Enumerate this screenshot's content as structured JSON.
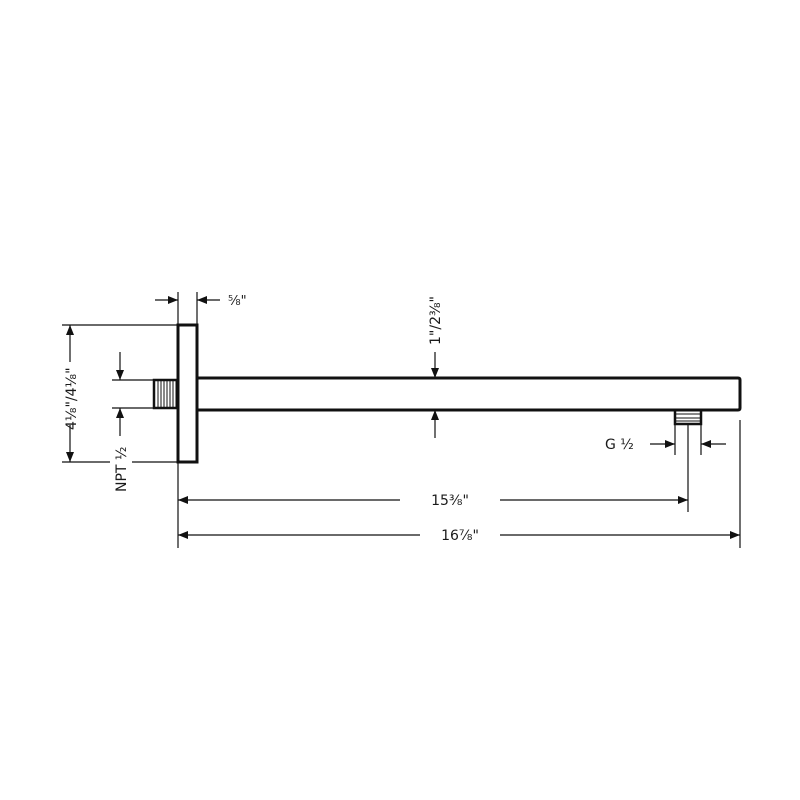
{
  "drawing": {
    "title": "Shower arm dimension drawing",
    "colors": {
      "line": "#111111",
      "background": "#ffffff"
    },
    "dimensions": {
      "flange_thickness": "5/8\"",
      "arm_height": "1\"/2 3/8\"",
      "flange_height": "4 1/8\"/4 1/8\"",
      "inlet_thread": "NPT 1/2",
      "outlet_thread": "G 1/2",
      "outlet_distance": "15 3/8\"",
      "overall_length": "16 7/8\""
    },
    "labels": {
      "flange_thickness": "⅝\"",
      "arm_height": "1\"/2⅜\"",
      "flange_height": "4⅛\"/4⅛\"",
      "inlet_thread": "NPT ½",
      "outlet_thread": "G ½",
      "outlet_distance": "15⅜\"",
      "overall_length": "16⅞\""
    }
  }
}
